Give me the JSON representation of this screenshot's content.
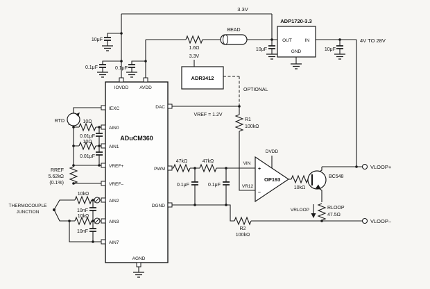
{
  "power": {
    "rail": "3.3V",
    "bulk_cap": "10μF",
    "filter_res": "1.6Ω",
    "bead": "BEAD",
    "cap_reg_out": "10μF",
    "cap_reg_in": "10μF",
    "input_range": "4V TO 28V",
    "cap_iovdd": "0.1μF",
    "cap_avdd": "0.1μF"
  },
  "regulator": {
    "name": "ADP1720-3.3",
    "pin_out": "OUT",
    "pin_in": "IN",
    "pin_gnd": "GND"
  },
  "reference": {
    "name": "ADR3412",
    "supply": "3.3V",
    "optional": "OPTIONAL",
    "note": "VREF = 1.2V"
  },
  "mcu": {
    "name": "ADuCM360",
    "pins": {
      "iovdd": "IOVDD",
      "avdd": "AVDD",
      "iexc": "IEXC",
      "ain0": "AIN0",
      "ain1": "AIN1",
      "vref_p": "VREF+",
      "vref_m": "VREF–",
      "ain2": "AIN2",
      "ain3": "AIN3",
      "ain7": "AIN7",
      "dac": "DAC",
      "pwm": "PWM",
      "dgnd": "DGND",
      "agnd": "AGND"
    }
  },
  "rtd": {
    "label": "RTD",
    "r_ain0": "10Ω",
    "c_ain0": "0.01μF",
    "r_ain1": "10Ω",
    "c_ain1": "0.01μF",
    "rref": "RREF",
    "rref_value": "5.62kΩ",
    "rref_tol": "(0.1%)"
  },
  "thermocouple": {
    "line1": "THERMOCOUPLE",
    "line2": "JUNCTION",
    "r_ain2": "10kΩ",
    "c_ain2": "10nF",
    "r_ain3": "10kΩ",
    "c_ain3": "10nF"
  },
  "loop": {
    "r1": "R1",
    "r1_value": "100kΩ",
    "r_pwm1": "47kΩ",
    "r_pwm2": "47kΩ",
    "c_pwm1": "0.1μF",
    "c_pwm2": "0.1μF",
    "vin": "VIN",
    "vr12": "VR12",
    "dvdd": "DVDD",
    "opamp": "OP193",
    "plus": "+",
    "minus": "–",
    "r_base": "10kΩ",
    "transistor": "BC548",
    "vrloop": "VRLOOP",
    "rloop": "RLOOP",
    "rloop_value": "47.5Ω",
    "r2": "R2",
    "r2_value": "100kΩ",
    "vloop_plus": "VLOOP+",
    "vloop_minus": "VLOOP–"
  }
}
